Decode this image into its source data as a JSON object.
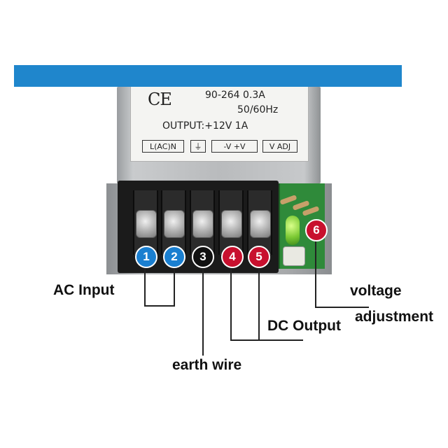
{
  "label": {
    "ce": "CE",
    "input_rating": "90-264  0.3A",
    "frequency": "50/60Hz",
    "output_rating": "OUTPUT:+12V    1A",
    "terminals": {
      "ln": "L(AC)N",
      "earth": "⏚",
      "dc": "-V   +V",
      "adj": "V ADJ"
    }
  },
  "badges": [
    {
      "number": "1",
      "color": "#1a7fd0"
    },
    {
      "number": "2",
      "color": "#1a7fd0"
    },
    {
      "number": "3",
      "color": "#111111"
    },
    {
      "number": "4",
      "color": "#c8102e"
    },
    {
      "number": "5",
      "color": "#c8102e"
    },
    {
      "number": "6",
      "color": "#c8102e"
    }
  ],
  "callouts": {
    "ac_input": "AC Input",
    "earth_wire": "earth wire",
    "dc_output": "DC Output",
    "voltage": "voltage",
    "adjustment": "adjustment"
  },
  "colors": {
    "banner": "#1f86cc",
    "leader_line": "#222222"
  }
}
